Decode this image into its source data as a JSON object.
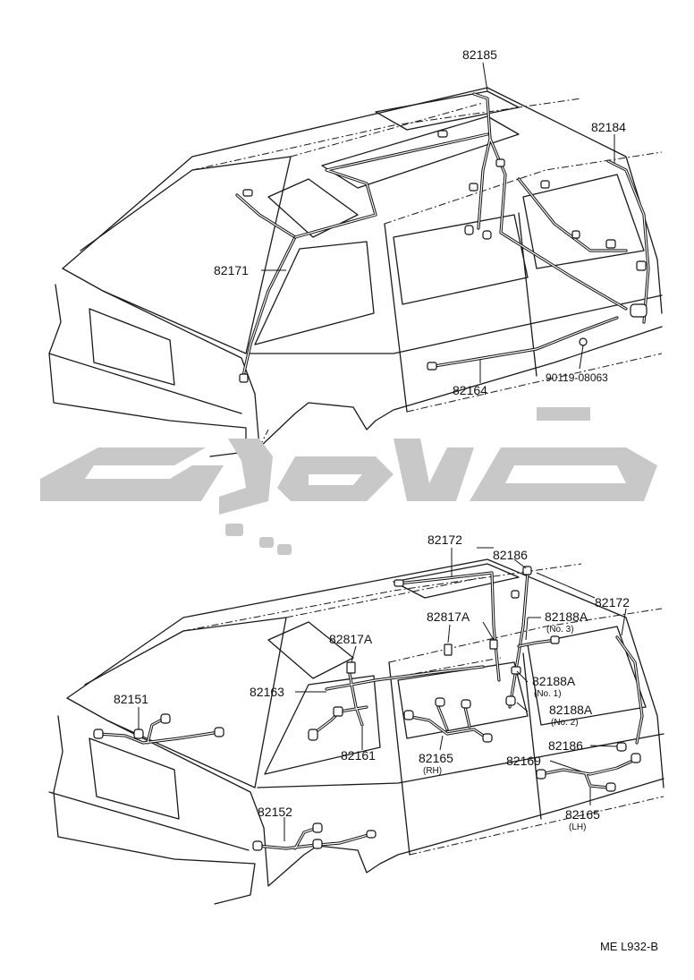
{
  "figure_code": "ME  L932-B",
  "watermark": {
    "color": "#c8c8c8"
  },
  "top_view": {
    "labels": [
      {
        "key": "l82185",
        "text": "82185"
      },
      {
        "key": "l82184",
        "text": "82184"
      },
      {
        "key": "l82171",
        "text": "82171"
      },
      {
        "key": "l82164",
        "text": "82164"
      },
      {
        "key": "l90119",
        "text": "90119-08063"
      }
    ]
  },
  "bottom_view": {
    "labels": [
      {
        "key": "l82172a",
        "text": "82172"
      },
      {
        "key": "l82186a",
        "text": "82186"
      },
      {
        "key": "l82172b",
        "text": "82172"
      },
      {
        "key": "l82817a1",
        "text": "82817A"
      },
      {
        "key": "l82817a2",
        "text": "82817A"
      },
      {
        "key": "l82188a1",
        "text": "82188A",
        "note": "(No. 3)"
      },
      {
        "key": "l82163",
        "text": "82163"
      },
      {
        "key": "l82188a2",
        "text": "82188A",
        "note": "(No. 1)"
      },
      {
        "key": "l82188a3",
        "text": "82188A",
        "note": "(No. 2)"
      },
      {
        "key": "l82151",
        "text": "82151"
      },
      {
        "key": "l82161",
        "text": "82161"
      },
      {
        "key": "l82165rh",
        "text": "82165",
        "note": "(RH)"
      },
      {
        "key": "l82186b",
        "text": "82186"
      },
      {
        "key": "l82169",
        "text": "82169"
      },
      {
        "key": "l82152",
        "text": "82152"
      },
      {
        "key": "l82165lh",
        "text": "82165",
        "note": "(LH)"
      }
    ]
  }
}
